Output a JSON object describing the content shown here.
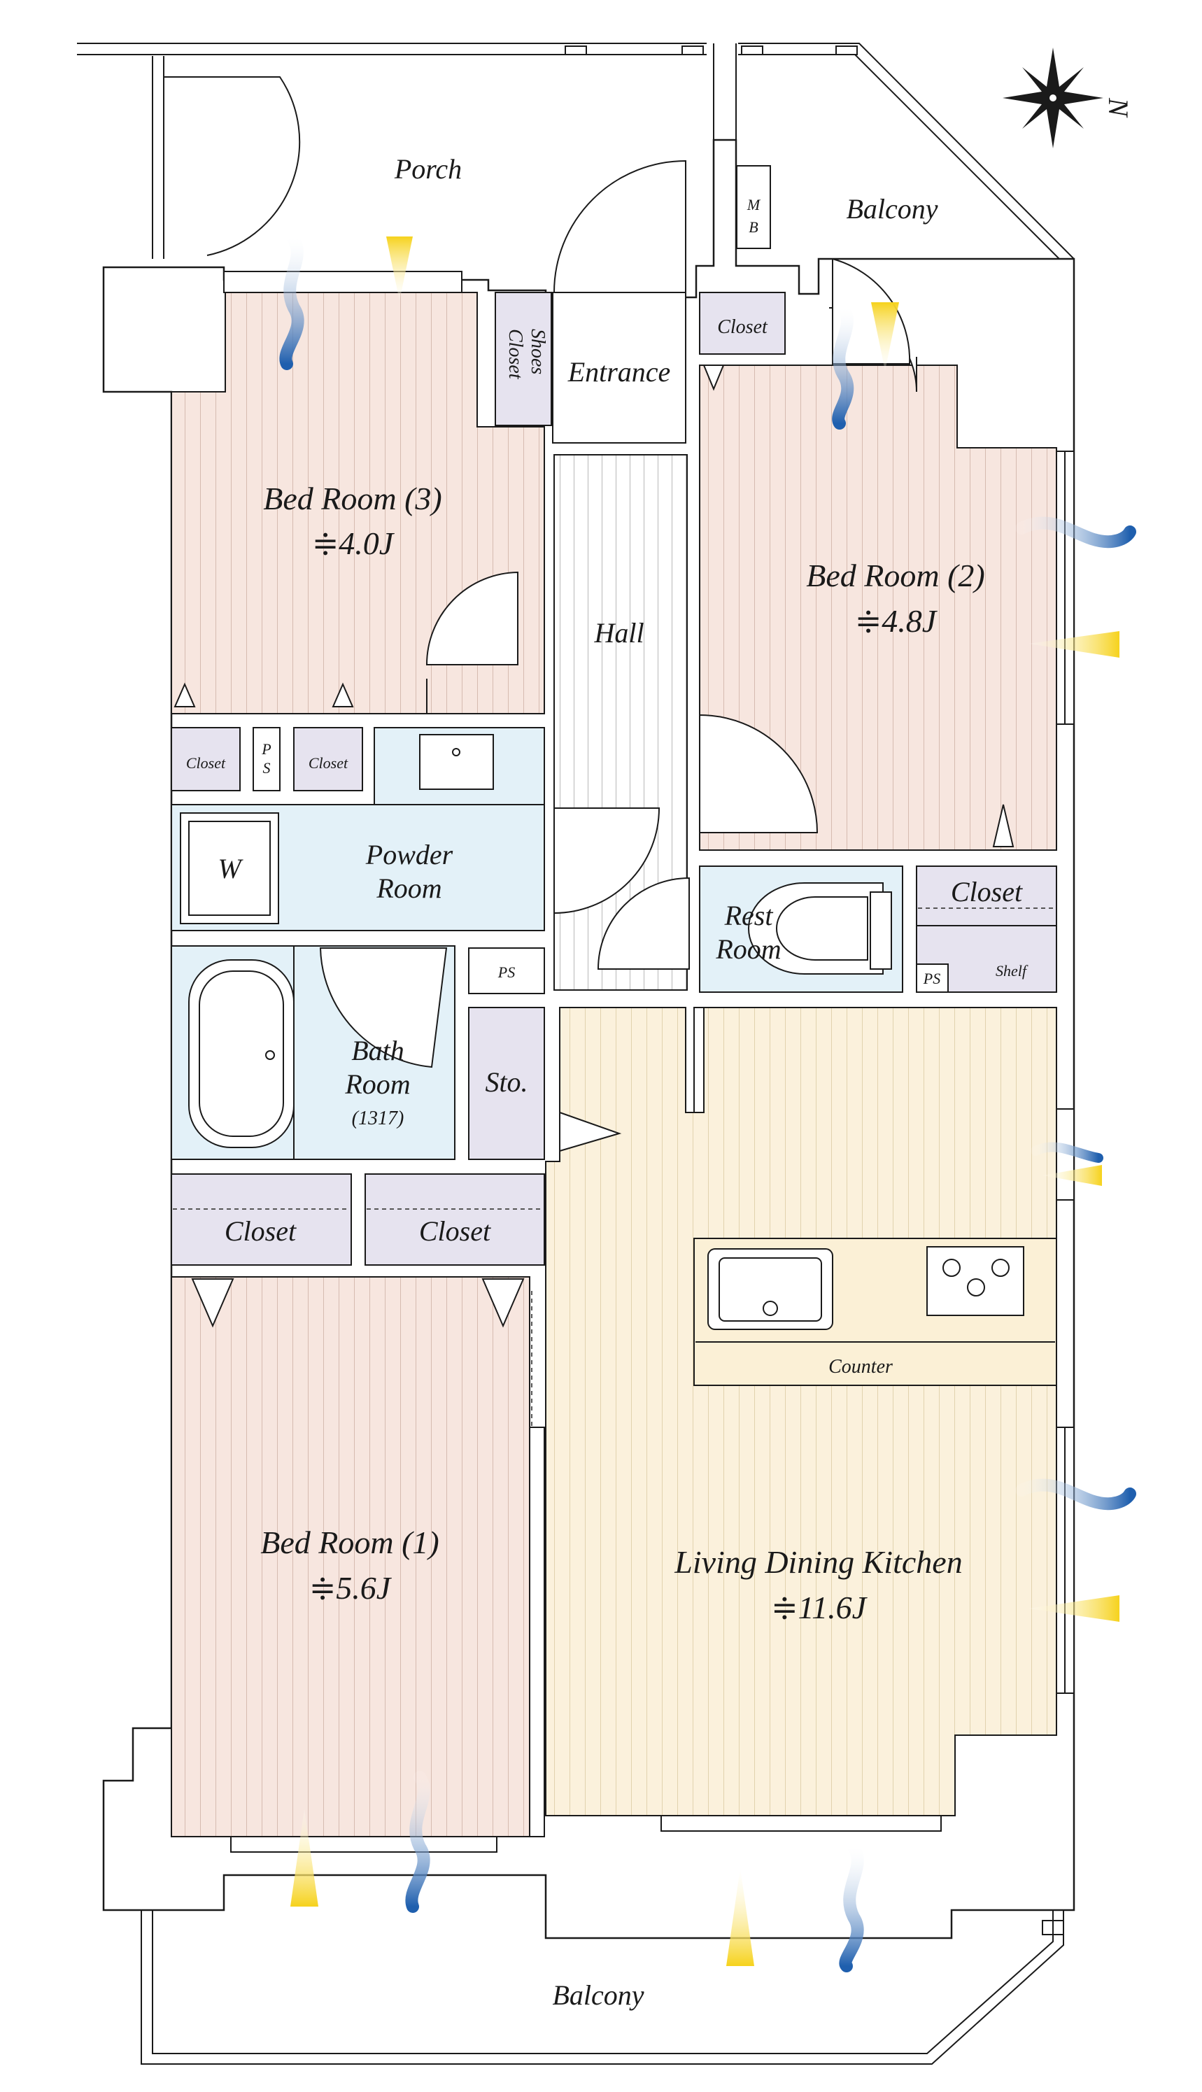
{
  "rooms": {
    "porch": "Porch",
    "balcony_top": "Balcony",
    "balcony_bottom": "Balcony",
    "mb_line1": "M",
    "mb_line2": "B",
    "entrance": "Entrance",
    "shoes_closet_line1": "Shoes",
    "shoes_closet_line2": "Closet",
    "hall": "Hall",
    "bedroom3_name": "Bed Room (3)",
    "bedroom3_size": "≑4.0J",
    "bedroom2_name": "Bed Room (2)",
    "bedroom2_size": "≑4.8J",
    "bedroom1_name": "Bed Room (1)",
    "bedroom1_size": "≑5.6J",
    "ldk_name": "Living Dining Kitchen",
    "ldk_size": "≑11.6J",
    "closet_top_right": "Closet",
    "closet_small_a": "Closet",
    "ps_a_line1": "P",
    "ps_a_line2": "S",
    "closet_small_b": "Closet",
    "washer": "W",
    "powder_line1": "Powder",
    "powder_line2": "Room",
    "rest_line1": "Rest",
    "rest_line2": "Room",
    "closet_rest": "Closet",
    "ps_b": "PS",
    "shelf": "Shelf",
    "ps_c": "PS",
    "bath_line1": "Bath",
    "bath_line2": "Room",
    "bath_size": "(1317)",
    "storage": "Sto.",
    "closet_bed1_a": "Closet",
    "closet_bed1_b": "Closet",
    "counter": "Counter"
  },
  "compass": {
    "north_label": "N"
  },
  "colors": {
    "bedroom_fill": "#f7e6df",
    "ldk_fill": "#fbf1dc",
    "wet_area_fill": "#e3f1f8",
    "closet_fill": "#e6e3ef",
    "wind_arrow": "#1f5fae",
    "sun_arrow": "#f6d21c"
  }
}
